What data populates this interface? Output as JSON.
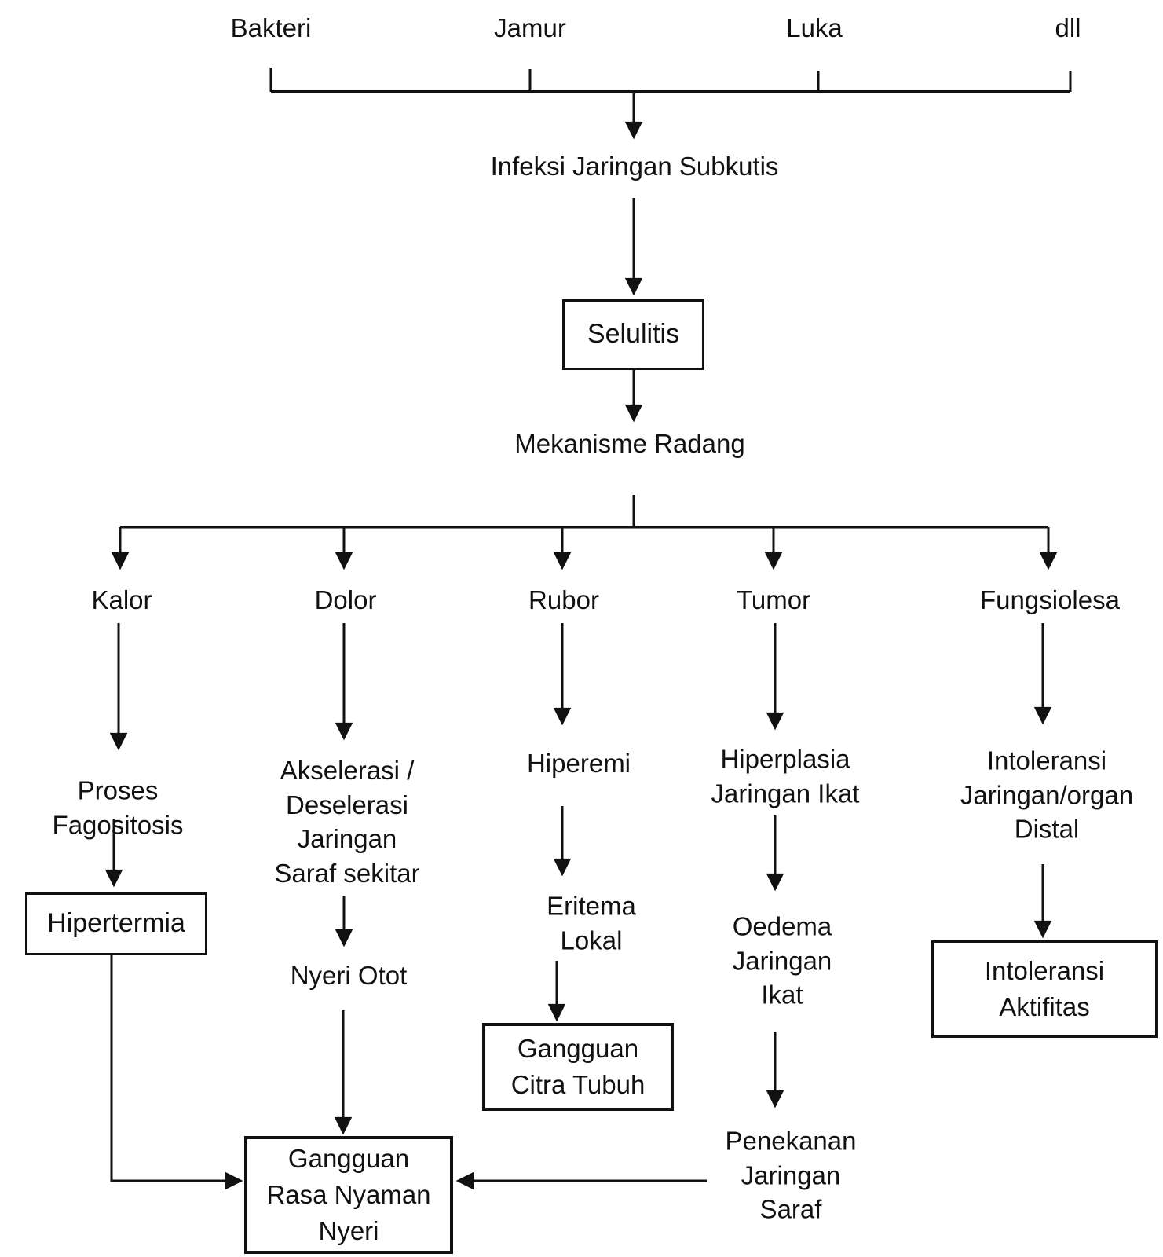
{
  "colors": {
    "ink": "#111111",
    "background": "#ffffff"
  },
  "nodes": {
    "bakteri": "Bakteri",
    "jamur": "Jamur",
    "luka": "Luka",
    "dll": "dll",
    "infeksi": "Infeksi Jaringan Subkutis",
    "selulitis": "Selulitis",
    "mekanisme": "Mekanisme Radang",
    "kalor": "Kalor",
    "dolor": "Dolor",
    "rubor": "Rubor",
    "tumor": "Tumor",
    "fungsiolesa": "Fungsiolesa",
    "proses_fagositosis": "Proses\nFagositosis",
    "hipertermia": "Hipertermia",
    "akselerasi": "Akselerasi /\nDeselerasi\nJaringan\nSaraf sekitar",
    "nyeri_otot": "Nyeri Otot",
    "hiperemi": "Hiperemi",
    "eritema_lokal": "Eritema\nLokal",
    "gangguan_citra_tubuh": "Gangguan\nCitra Tubuh",
    "hiperplasia": "Hiperplasia\nJaringan Ikat",
    "oedema": "Oedema\nJaringan\nIkat",
    "penekanan": "Penekanan\nJaringan\nSaraf",
    "intoleransi_jaringan": "Intoleransi\nJaringan/organ\nDistal",
    "intoleransi_aktifitas": "Intoleransi\nAktifitas",
    "gangguan_rasa_nyaman": "Gangguan\nRasa Nyaman\nNyeri"
  }
}
